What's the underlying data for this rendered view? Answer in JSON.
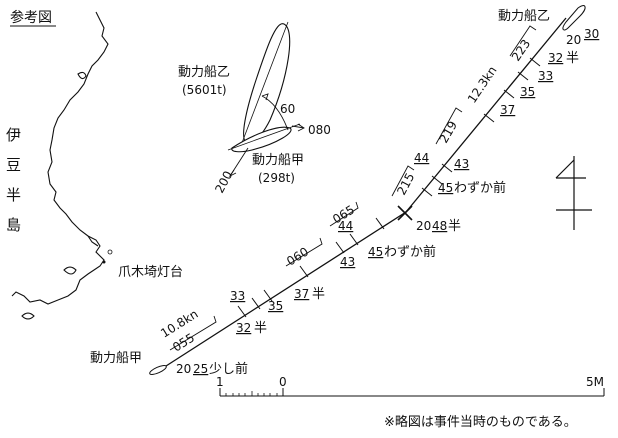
{
  "title": "参考図",
  "note": "※略図は事件当時のものである。",
  "peninsula": [
    "伊",
    "豆",
    "半",
    "島"
  ],
  "lighthouse": "爪木埼灯台",
  "vessel_a_label": "動力船甲",
  "vessel_b_label": "動力船乙",
  "inset": {
    "b_name": "動力船乙",
    "b_tonnage": "(5601t)",
    "a_name": "動力船甲",
    "a_tonnage": "(298t)",
    "angle_60": "60",
    "heading_080": "080",
    "heading_200": "200"
  },
  "a_track": {
    "start_prefix": "20",
    "start_min": "25",
    "start_note": "少し前",
    "speed": "10.8kn",
    "course_055": "055",
    "m32": "32",
    "m32_suffix": "半",
    "m33": "33",
    "m35": "35",
    "m37": "37",
    "m37_suffix": "半",
    "course_060": "060",
    "m43": "43",
    "m44": "44",
    "course_065": "065",
    "m45": "45",
    "m45_note": "わずか前",
    "coll_prefix": "20",
    "coll_min": "48",
    "coll_suffix": "半"
  },
  "b_track": {
    "course_215": "215",
    "m43": "43",
    "m44": "44",
    "m45": "45",
    "m45_note": "わずか前",
    "course_219": "219",
    "speed": "12.3kn",
    "m37": "37",
    "m35": "35",
    "m33": "33",
    "m32": "32",
    "m32_suffix": "半",
    "course_223": "223",
    "start_prefix": "20",
    "start_min": "30"
  },
  "scale": {
    "left": "1",
    "zero": "0",
    "right": "5M"
  }
}
